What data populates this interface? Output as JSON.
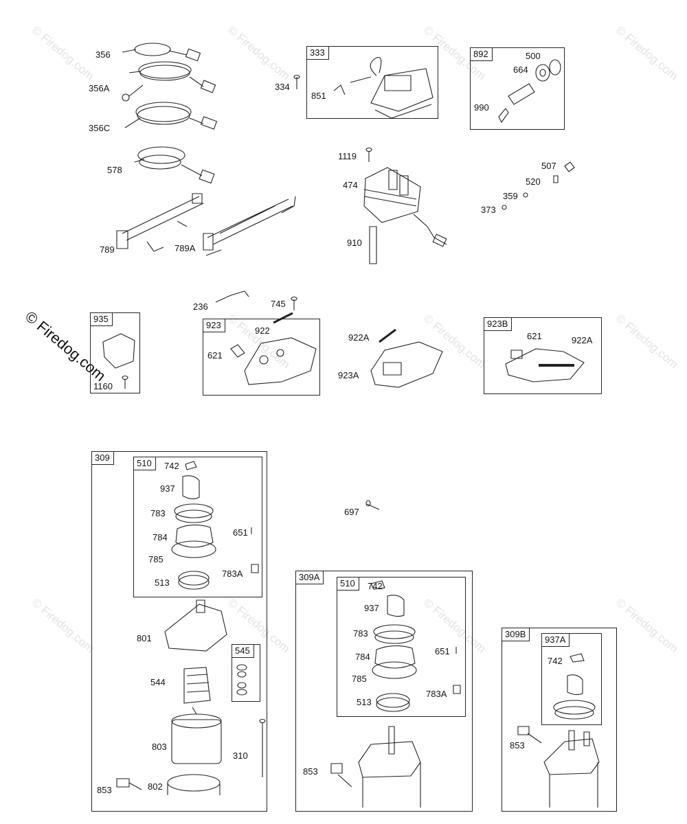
{
  "watermark": "© Firedog.com",
  "watermark_main": "© Firedog.com",
  "groups": {
    "g333": "333",
    "g892": "892",
    "g935": "935",
    "g923": "923",
    "g923B": "923B",
    "g309": "309",
    "g510a": "510",
    "g545": "545",
    "g309A": "309A",
    "g510b": "510",
    "g309B": "309B",
    "g937A": "937A"
  },
  "labels": {
    "l356": "356",
    "l356A": "356A",
    "l356C": "356C",
    "l578": "578",
    "l789": "789",
    "l789A": "789A",
    "l334": "334",
    "l851": "851",
    "l500": "500",
    "l664": "664",
    "l990": "990",
    "l1119": "1119",
    "l474": "474",
    "l910": "910",
    "l507": "507",
    "l520": "520",
    "l359": "359",
    "l373": "373",
    "l236": "236",
    "l745": "745",
    "l1160": "1160",
    "l922": "922",
    "l621a": "621",
    "l922A_mid": "922A",
    "l923A": "923A",
    "l621b": "621",
    "l922A_right": "922A",
    "l742a": "742",
    "l937a": "937",
    "l783a": "783",
    "l784a": "784",
    "l651a": "651",
    "l785a": "785",
    "l783Aa": "783A",
    "l513a": "513",
    "l801": "801",
    "l544": "544",
    "l803": "803",
    "l310": "310",
    "l853a": "853",
    "l802": "802",
    "l697": "697",
    "l742b": "742",
    "l937b": "937",
    "l783b": "783",
    "l784b": "784",
    "l651b": "651",
    "l785b": "785",
    "l783Ab": "783A",
    "l513b": "513",
    "l853b": "853",
    "l742c": "742",
    "l853c": "853"
  }
}
